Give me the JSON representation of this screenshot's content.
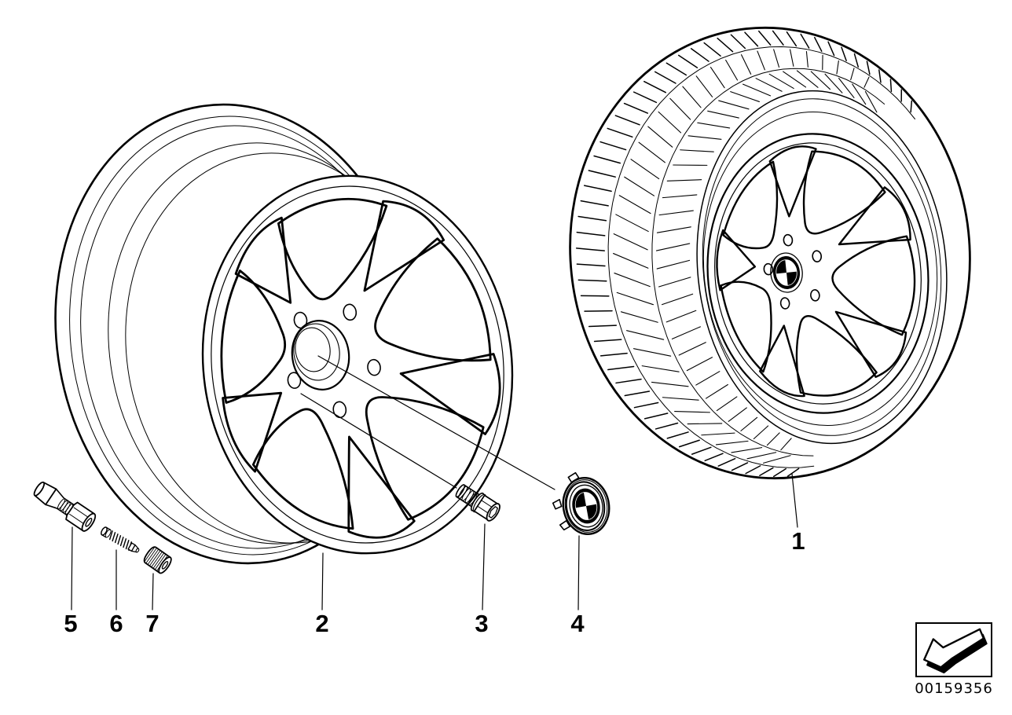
{
  "diagram": {
    "callouts": [
      {
        "id": "1"
      },
      {
        "id": "2"
      },
      {
        "id": "3"
      },
      {
        "id": "4"
      },
      {
        "id": "5"
      },
      {
        "id": "6"
      },
      {
        "id": "7"
      }
    ],
    "stamp": {
      "part_number": "00159356",
      "icon": "corner-arrow-icon"
    }
  }
}
